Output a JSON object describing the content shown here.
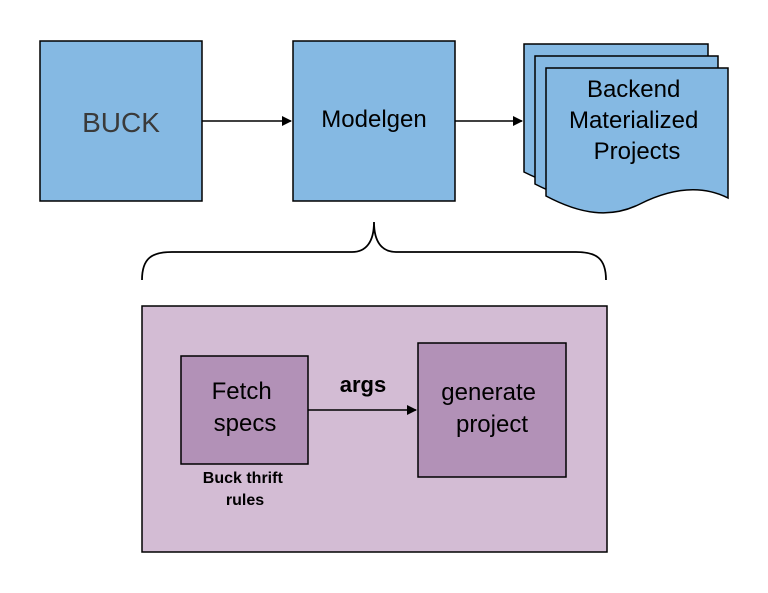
{
  "nodes": {
    "buck": {
      "label": "BUCK"
    },
    "modelgen": {
      "label": "Modelgen"
    },
    "backend": {
      "lines": [
        "Backend",
        "Materialized",
        "Projects"
      ]
    },
    "fetch_specs": {
      "lines": [
        "Fetch",
        "specs"
      ],
      "caption_lines": [
        "Buck thrift",
        "rules"
      ]
    },
    "generate_project": {
      "lines": [
        "generate",
        "project"
      ]
    }
  },
  "edges": {
    "args_label": "args"
  },
  "colors": {
    "blue_fill": "#85b9e3",
    "purple_panel": "#d3bcd4",
    "purple_box": "#b291b7",
    "stroke": "#000000"
  }
}
